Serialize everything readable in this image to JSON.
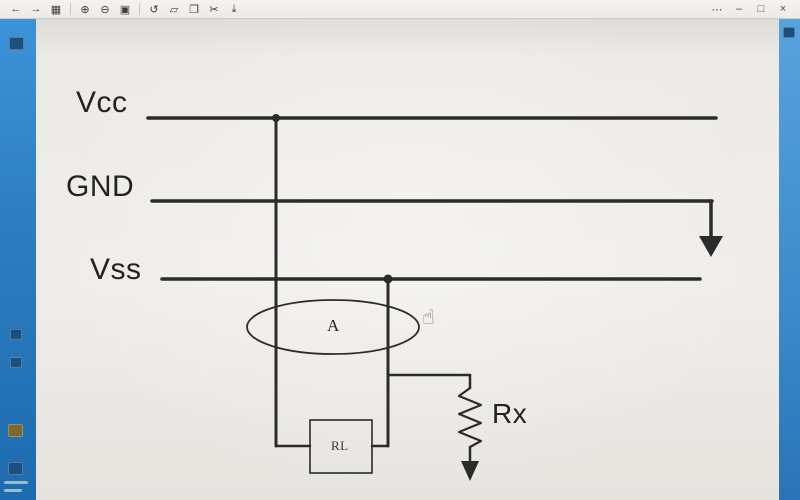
{
  "window": {
    "toolbar": {
      "icons": [
        {
          "name": "back",
          "glyph": "←"
        },
        {
          "name": "forward",
          "glyph": "→"
        },
        {
          "name": "thumbnails",
          "glyph": "▦"
        },
        {
          "name": "zoom-in",
          "glyph": "⊕"
        },
        {
          "name": "zoom-out",
          "glyph": "⊖"
        },
        {
          "name": "fit-window",
          "glyph": "▣"
        },
        {
          "name": "rotate-left",
          "glyph": "↺"
        },
        {
          "name": "edit",
          "glyph": "▱"
        },
        {
          "name": "copy",
          "glyph": "❐"
        },
        {
          "name": "crop",
          "glyph": "✂"
        },
        {
          "name": "save",
          "glyph": "⤓"
        }
      ],
      "more_label": "⋯",
      "minimize_label": "–",
      "maximize_label": "□",
      "close_label": "×"
    }
  },
  "diagram": {
    "labels": {
      "vcc": "Vcc",
      "gnd": "GND",
      "vss": "Vss",
      "ammeter": "A",
      "load": "RL",
      "rx": "Rx"
    },
    "colors": {
      "line": "#2b2b2b",
      "desktop_blue": "#2d7fc1"
    }
  }
}
